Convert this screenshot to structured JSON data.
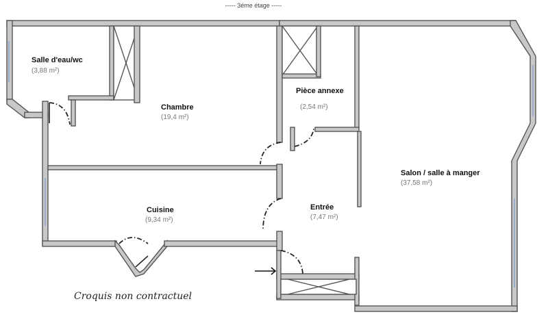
{
  "header": {
    "floor_label": "----- 3éme étage -----"
  },
  "rooms": [
    {
      "id": "salle-eau",
      "name": "Salle d'eau/wc",
      "area": "(3,88 m²)"
    },
    {
      "id": "chambre",
      "name": "Chambre",
      "area": "(19,4 m²)"
    },
    {
      "id": "piece-annexe",
      "name": "Pièce annexe",
      "area": "(2,54 m²)"
    },
    {
      "id": "salon",
      "name": "Salon / salle à manger",
      "area": "(37,58 m²)"
    },
    {
      "id": "cuisine",
      "name": "Cuisine",
      "area": "(9,34 m²)"
    },
    {
      "id": "entree",
      "name": "Entrée",
      "area": "(7,47 m²)"
    }
  ],
  "footer": {
    "note": "Croquis non contractuel"
  },
  "colors": {
    "wall_fill": "#c8c8c8",
    "wall_stroke": "#555555"
  }
}
